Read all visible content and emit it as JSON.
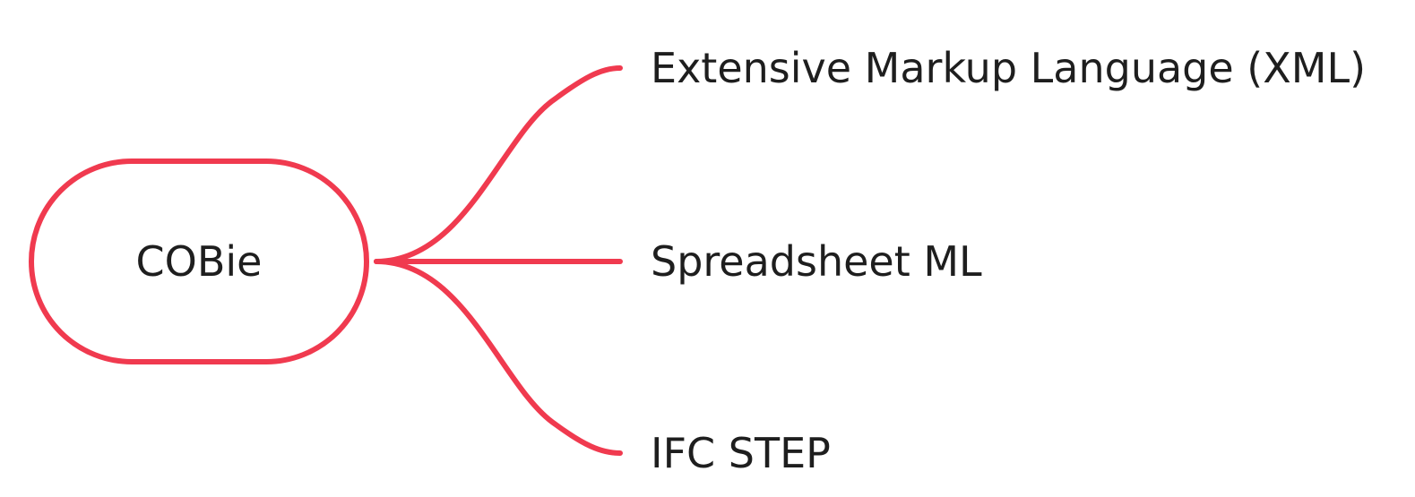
{
  "diagram": {
    "type": "mind-map",
    "accent_color": "#f03a4f",
    "root": {
      "label": "COBie"
    },
    "children": [
      {
        "label": "Extensive Markup Language (XML)"
      },
      {
        "label": "Spreadsheet ML"
      },
      {
        "label": "IFC STEP"
      }
    ]
  }
}
